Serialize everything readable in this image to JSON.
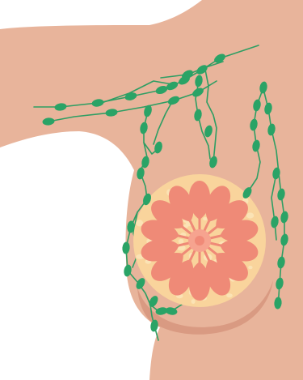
{
  "diagram": {
    "subject": "breast-anatomy-lymphatic-system",
    "colors": {
      "background": "#ffffff",
      "skin": "#e8b49b",
      "skin_shadow": "#d99a82",
      "fatty_tissue": "#f9d49c",
      "fat_globule": "#fbe3b5",
      "lobule": "#ef8a77",
      "areola": "#f6a38f",
      "nipple": "#f08a78",
      "lymph_vessel": "#2e9e63",
      "lymph_node": "#2aa366"
    },
    "parts": [
      {
        "id": "breast-tissue",
        "label": ""
      },
      {
        "id": "lobules",
        "label": "",
        "count": 14
      },
      {
        "id": "lymph-nodes",
        "label": ""
      },
      {
        "id": "lymph-vessels",
        "label": ""
      }
    ]
  }
}
